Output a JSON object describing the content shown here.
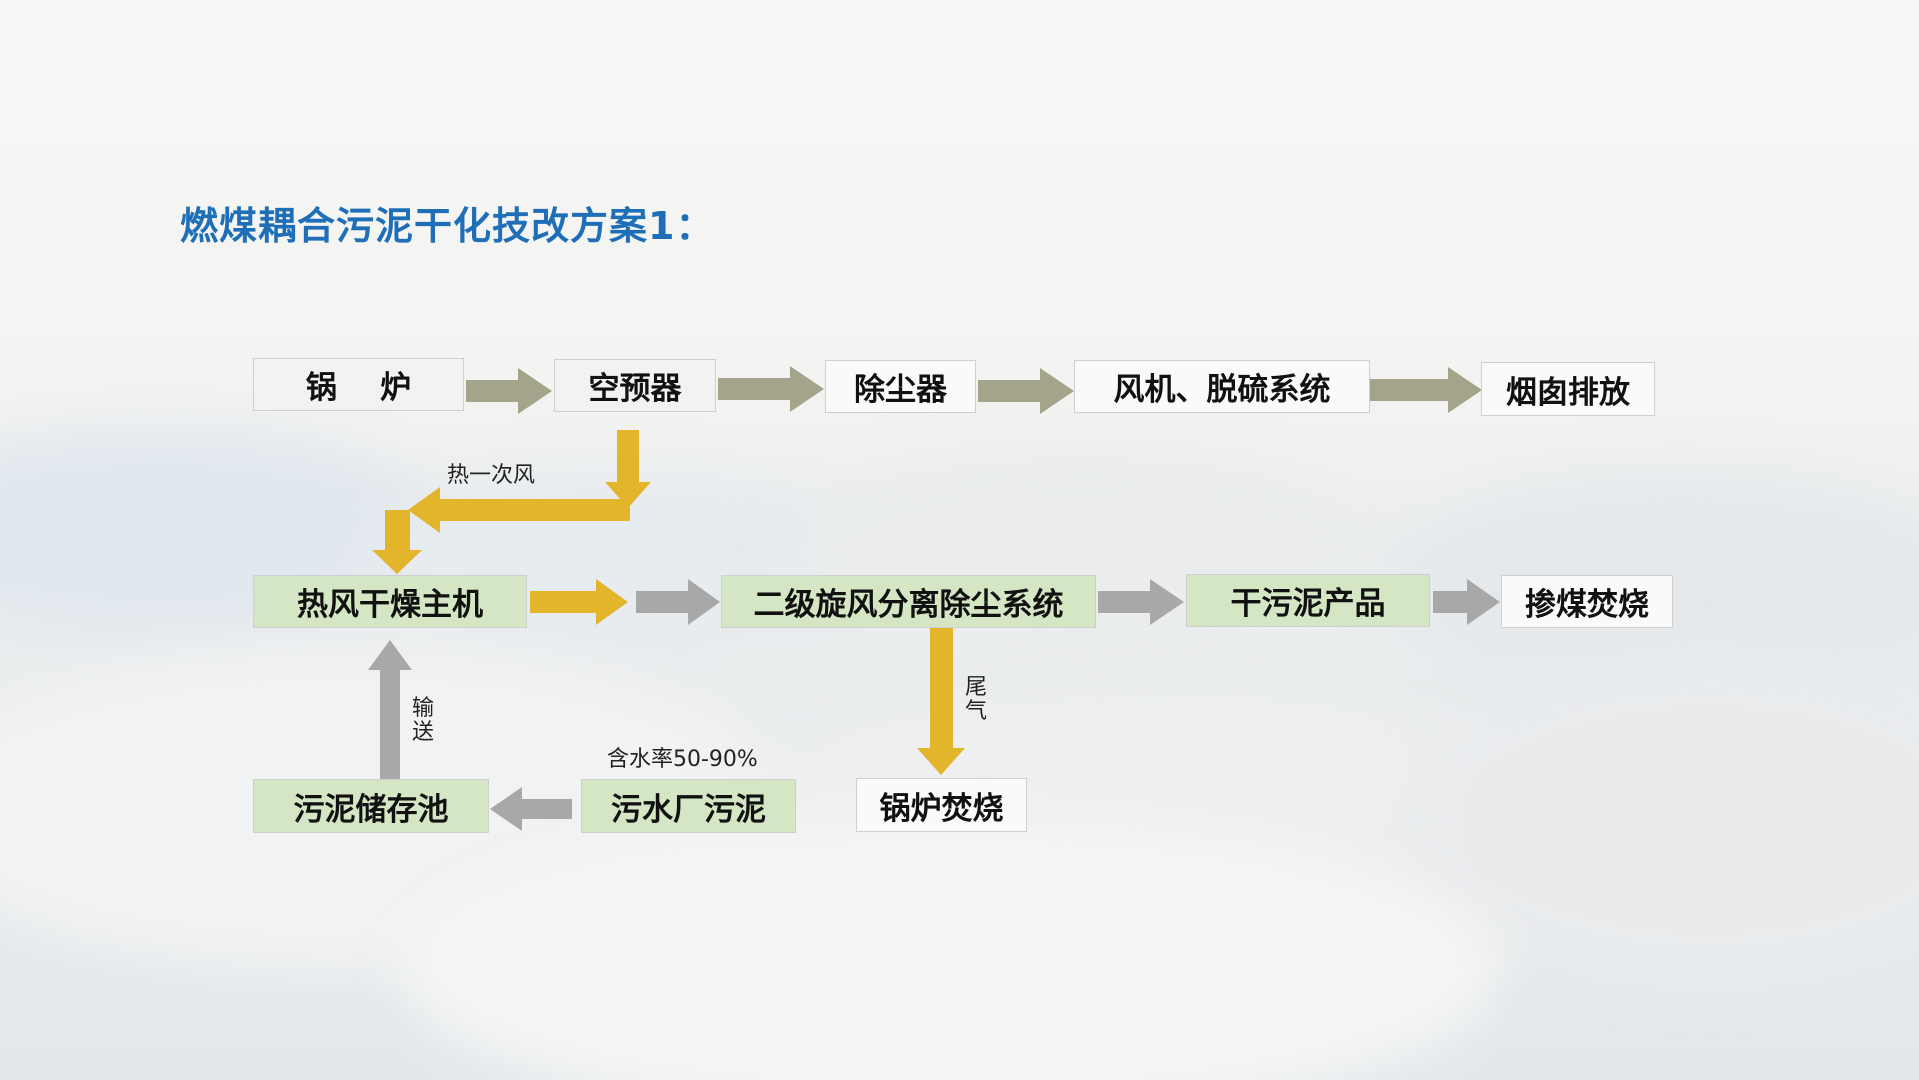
{
  "title": "燃煤耦合污泥干化技改方案1：",
  "colors": {
    "title": "#1f6fb8",
    "olive_arrow": "#a4a48a",
    "yellow_arrow": "#e2b52a",
    "grey_arrow": "#a8a8a8",
    "green_box": "#d4e6c3"
  },
  "nodes": {
    "boiler": "锅    炉",
    "air_preheater": "空预器",
    "dust_collector": "除尘器",
    "fan_desulfur": "风机、脱硫系统",
    "chimney": "烟囱排放",
    "hot_air_dryer": "热风干燥主机",
    "cyclone": "二级旋风分离除尘系统",
    "dry_sludge": "干污泥产品",
    "blend_burn": "掺煤焚烧",
    "sludge_storage": "污泥储存池",
    "wwtp_sludge": "污水厂污泥",
    "boiler_burn": "锅炉焚烧"
  },
  "labels": {
    "hot_primary_air": "热一次风",
    "tail_gas": "尾气",
    "convey": "输送",
    "moisture": "含水率50-90%"
  }
}
